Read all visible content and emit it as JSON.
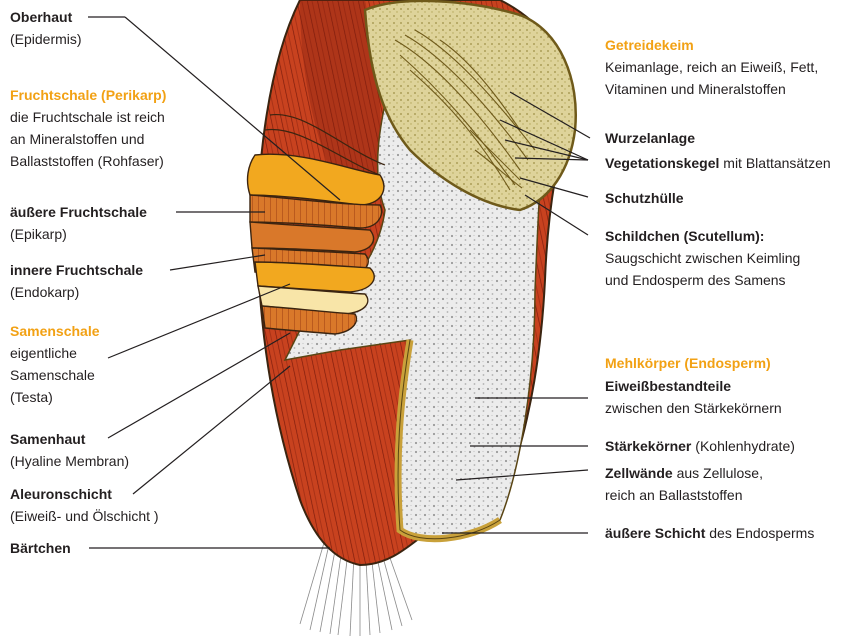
{
  "colors": {
    "accent": "#f2a114",
    "text": "#231f20",
    "muscle": "#c8421f",
    "endosperm": "#e9e9e9"
  },
  "left": {
    "oberhaut": {
      "title": "Oberhaut",
      "sub": "(Epidermis)"
    },
    "fruchtschale": {
      "title": "Fruchtschale (Perikarp)",
      "l1": "die Fruchtschale ist reich",
      "l2": "an Mineralstoffen und",
      "l3": "Ballaststoffen (Rohfaser)"
    },
    "aeussere": {
      "title": "äußere Fruchtschale",
      "sub": "(Epikarp)"
    },
    "innere": {
      "title": "innere Fruchtschale",
      "sub": "(Endokarp)"
    },
    "samenschale": {
      "title": "Samenschale",
      "l1": "eigentliche",
      "l2": "Samenschale",
      "l3": "(Testa)"
    },
    "samenhaut": {
      "title": "Samenhaut",
      "sub": "(Hyaline Membran)"
    },
    "aleuron": {
      "title": "Aleuronschicht",
      "sub": "(Eiweiß- und Ölschicht )"
    },
    "baertchen": {
      "title": "Bärtchen"
    }
  },
  "right": {
    "keim": {
      "title": "Getreidekeim",
      "l1": "Keimanlage, reich an Eiweiß, Fett,",
      "l2": "Vitaminen und Mineralstoffen"
    },
    "wurzel": {
      "title": "Wurzelanlage"
    },
    "vegetation": {
      "bold": "Vegetationskegel",
      "rest": " mit Blattansätzen"
    },
    "schutz": {
      "title": "Schutzhülle"
    },
    "schild": {
      "title": "Schildchen (Scutellum):",
      "l1": "Saugschicht zwischen Keimling",
      "l2": "und Endosperm des Samens"
    },
    "mehl": {
      "title": "Mehlkörper (Endosperm)"
    },
    "eiweiss": {
      "title": "Eiweißbestandteile",
      "sub": "zwischen den Stärkekörnern"
    },
    "staerke": {
      "bold": "Stärkekörner",
      "rest": " (Kohlenhydrate)"
    },
    "zell": {
      "bold": "Zellwände",
      "rest": " aus Zellulose,",
      "sub": "reich an Ballaststoffen"
    },
    "aeussereSchicht": {
      "bold": "äußere Schicht",
      "rest": " des Endosperms"
    }
  }
}
